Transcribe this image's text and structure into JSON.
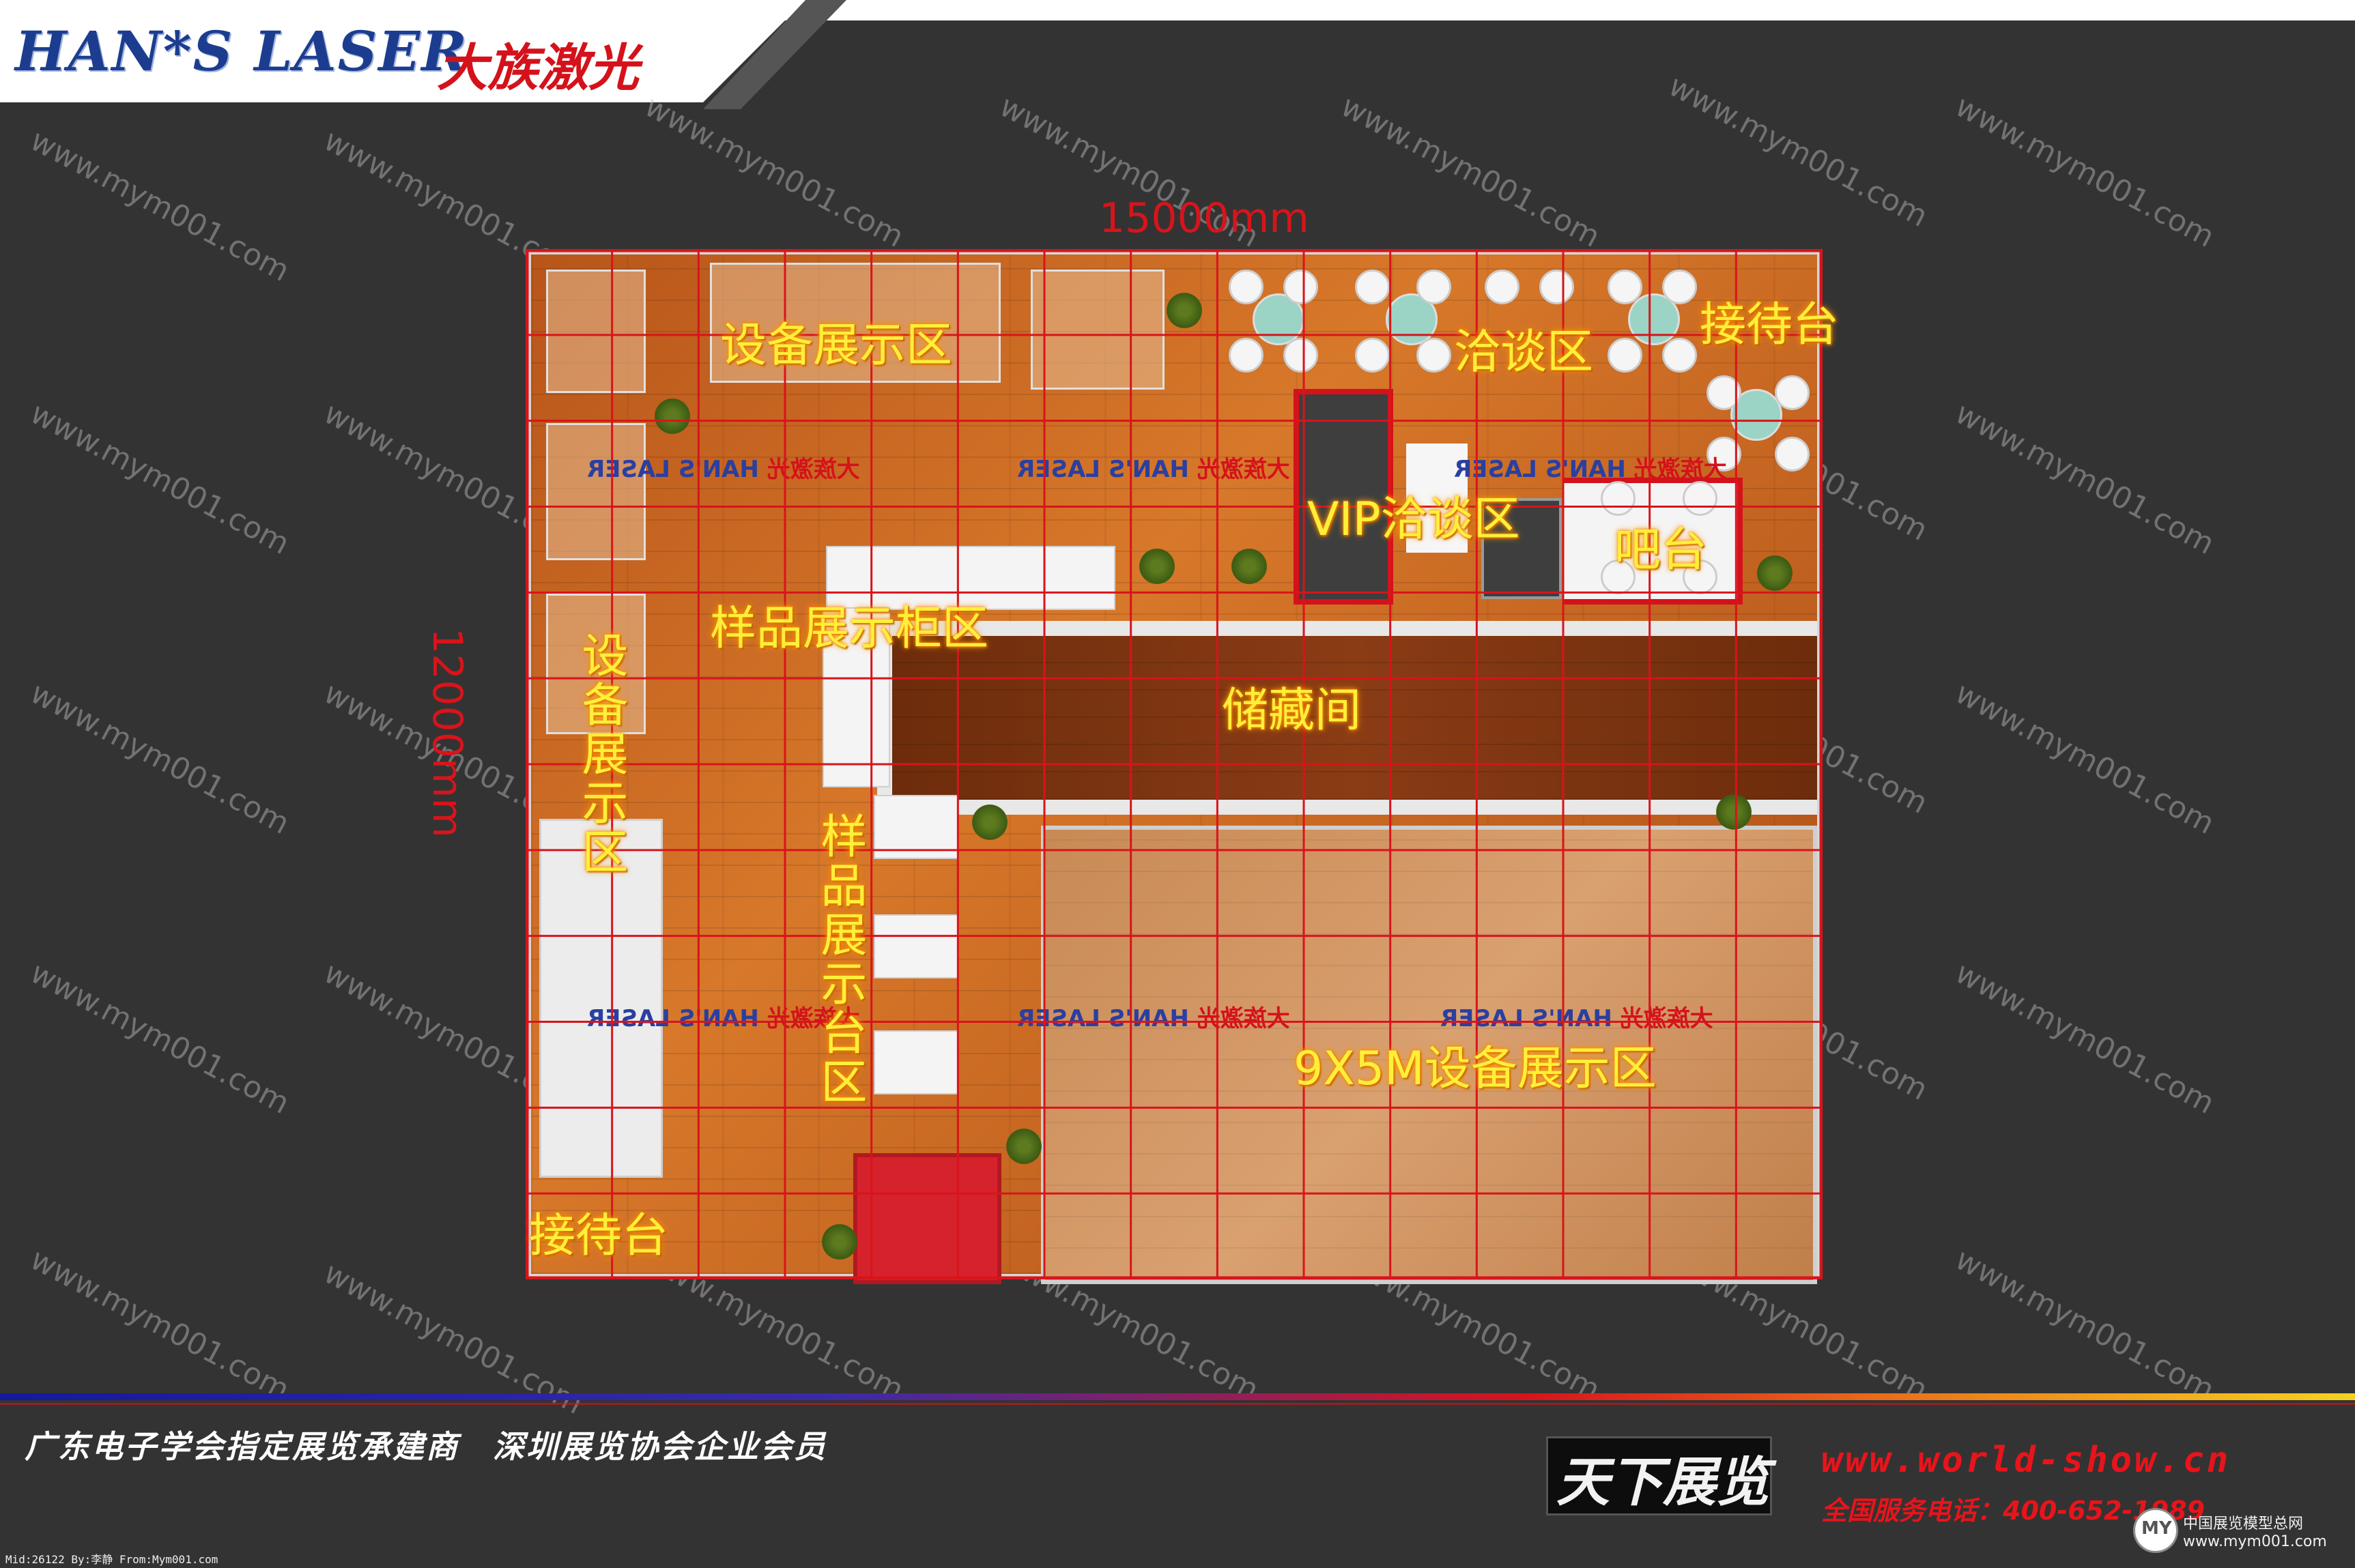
{
  "header": {
    "logo_en": "HAN*S LASER",
    "logo_cn": "大族激光"
  },
  "dimensions": {
    "width_label": "15000mm",
    "height_label": "12000mm"
  },
  "zones": {
    "equipment_top": "设备展示区",
    "negotiation": "洽谈区",
    "reception_top": "接待台",
    "vip": "VIP洽谈区",
    "bar": "吧台",
    "sample_cabinet": "样品展示柜区",
    "storage": "储藏间",
    "equipment_left": "设备展示区",
    "sample_stand": "样品展示台区",
    "equipment_9x5": "9X5M设备展示区",
    "reception_bottom": "接待台"
  },
  "brand_strip": {
    "en": "HAN'S LASER",
    "cn": "大族激光"
  },
  "watermark": "www.mym001.com",
  "footer": {
    "member_text": "广东电子学会指定展览承建商　深圳展览协会企业会员",
    "brand_calligraphy": "天下展览",
    "url": "www.world-show.cn",
    "phone": "全国服务电话：400-652-1989",
    "image_id": "Mid:26122 By:李静 From:Mym001.com",
    "site_name": "中国展览模型总网",
    "site_url": "www.mym001.com",
    "site_logo": "MY"
  },
  "colors": {
    "accent_red": "#d8141b",
    "label_yellow": "#ffef3a",
    "brand_blue": "#1c3d8f",
    "background": "#333333"
  }
}
